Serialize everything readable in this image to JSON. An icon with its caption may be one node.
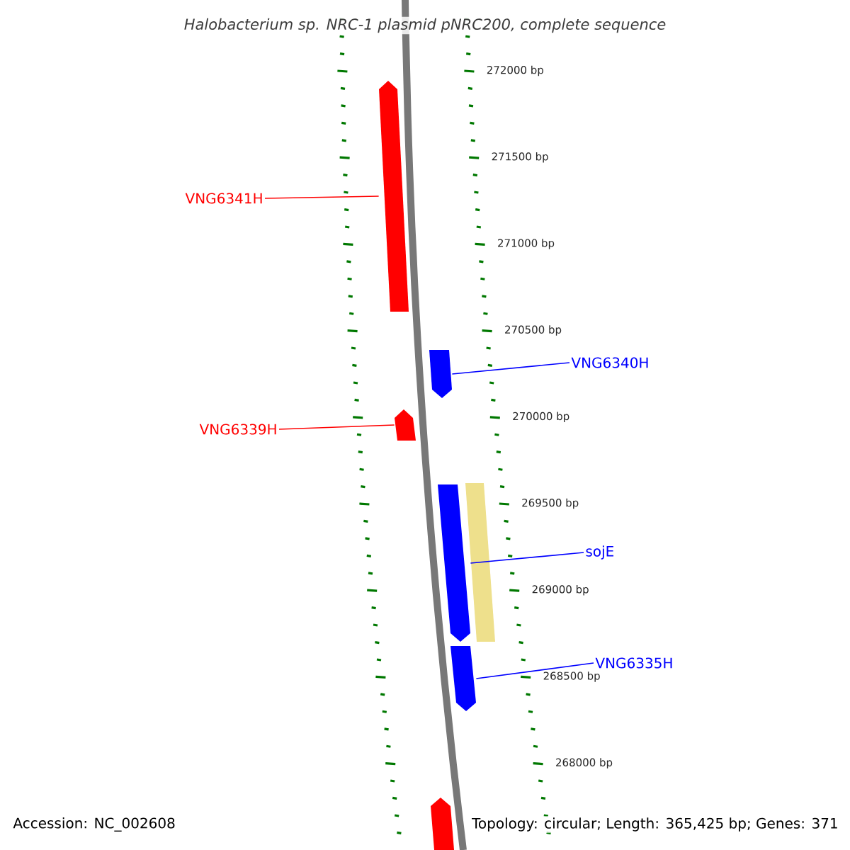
{
  "diagram": {
    "title": "Halobacterium sp. NRC-1 plasmid pNRC200, complete sequence",
    "nodes": [
      {
        "text": [
          "VNG6341H"
        ]
      },
      {
        "text": [],
        "shape": "bar"
      },
      {
        "text": [],
        "shape": "bar"
      },
      {
        "text": [
          "VNG6340H"
        ]
      },
      {
        "text": [],
        "shape": "bar"
      },
      {
        "text": [
          "VNG6339H"
        ]
      },
      {
        "text": [],
        "shape": "bar"
      },
      {
        "text": [],
        "shape": "bar"
      },
      {
        "text": [
          "sojE"
        ]
      },
      {
        "text": [],
        "shape": "bar"
      },
      {
        "text": [
          "VNG6335H"
        ]
      },
      {
        "text": [],
        "shape": "bar"
      }
    ],
    "edges": [
      {
        "from": 0,
        "to": 1,
        "arrow": "none",
        "color": "#ff0000"
      },
      {
        "from": 3,
        "to": 2,
        "arrow": "none"
      },
      {
        "from": 5,
        "to": 4,
        "arrow": "none",
        "color": "#ff0000"
      },
      {
        "from": 8,
        "to": 6,
        "arrow": "none"
      },
      {
        "from": 10,
        "to": 9,
        "arrow": "none"
      }
    ],
    "labels": [
      "272000 bp",
      "271500 bp",
      "271000 bp",
      "270500 bp",
      "270000 bp",
      "269500 bp",
      "269000 bp",
      "268500 bp",
      "268000 bp",
      "Accession: NC_002608",
      "Topology: circular; Length: 365,425 bp; Genes: 371"
    ]
  }
}
